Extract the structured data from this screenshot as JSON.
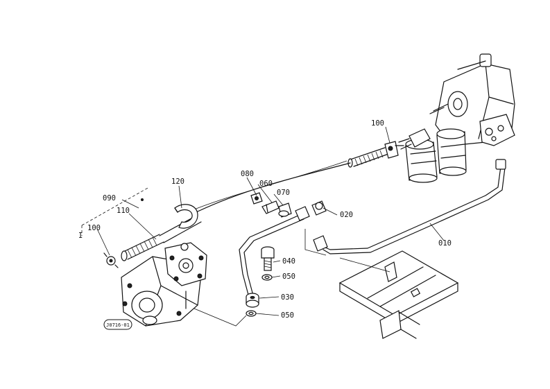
{
  "labels": {
    "p010": "010",
    "p020": "020",
    "p030": "030",
    "p040": "040",
    "p050a": "050",
    "p050b": "050",
    "p060": "060",
    "p070": "070",
    "p080": "080",
    "p090": "090",
    "p100a": "100",
    "p100b": "100",
    "p110": "110",
    "p120": "120",
    "marker": "I"
  },
  "figure_code": "J0716-01"
}
